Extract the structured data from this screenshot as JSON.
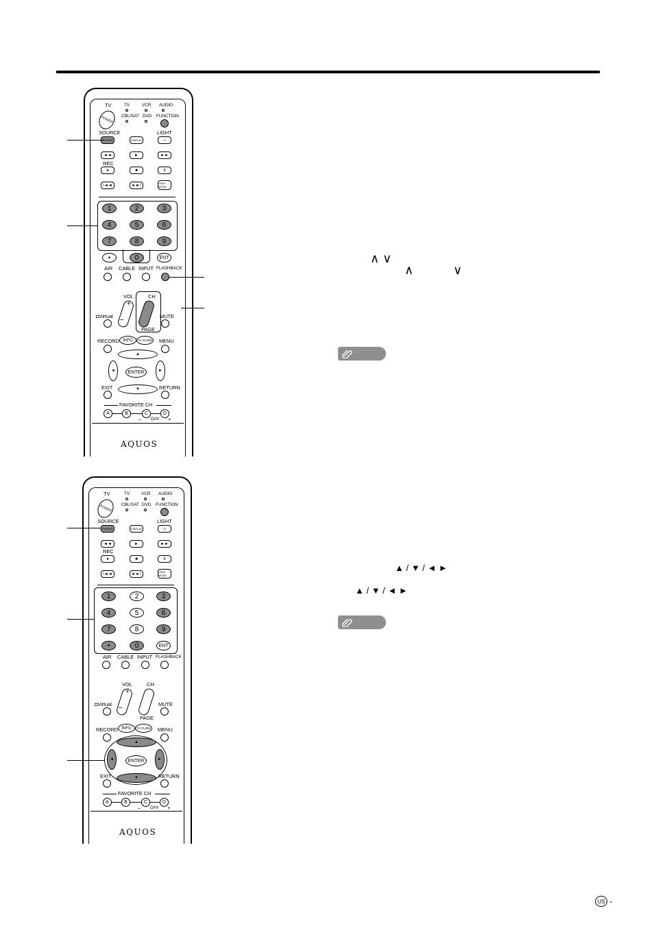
{
  "remote": {
    "labels": {
      "tv": "TV",
      "power": "POWER",
      "tv_led": "TV",
      "vcr": "VCR",
      "audio": "AUDIO",
      "cbl_sat": "CBL/SAT",
      "dvd": "DVD",
      "function": "FUNCTION",
      "source": "SOURCE",
      "source_power": "POWER",
      "display": "DISPLAY",
      "light": "LIGHT",
      "rec": "REC",
      "view_mode": "VIEW MODE",
      "ent": "ENT",
      "air": "AIR",
      "cable": "CABLE",
      "input": "INPUT",
      "flashback": "FLASHBACK",
      "vol": "VOL",
      "ch": "CH",
      "virtual": "Virtual",
      "mute": "MUTE",
      "page": "PAGE",
      "record": "RECORD",
      "info": "INFO",
      "tv_guide": "TV GUIDE",
      "menu": "MENU",
      "enter": "ENTER",
      "exit": "EXIT",
      "return": "RETURN",
      "favorite_ch": "FAVORITE CH",
      "a": "A",
      "b": "B",
      "c": "C",
      "d": "D",
      "minus": "–",
      "day": "DAY",
      "plus": "+",
      "dot": "•",
      "vol_plus": "+",
      "vol_minus": "–",
      "brand": "AQUOS"
    },
    "digits": [
      "1",
      "2",
      "3",
      "4",
      "5",
      "6",
      "7",
      "8",
      "9"
    ],
    "zero": "0"
  },
  "text": {
    "ch_up_down": "∧ ∨",
    "ch_up": "∧",
    "ch_down": "∨",
    "arrows_1": "▲ / ▼ / ◄ ►",
    "arrows_2": "▲ / ▼ / ◄ ►"
  },
  "page_badge": "US",
  "page_dash": "-"
}
